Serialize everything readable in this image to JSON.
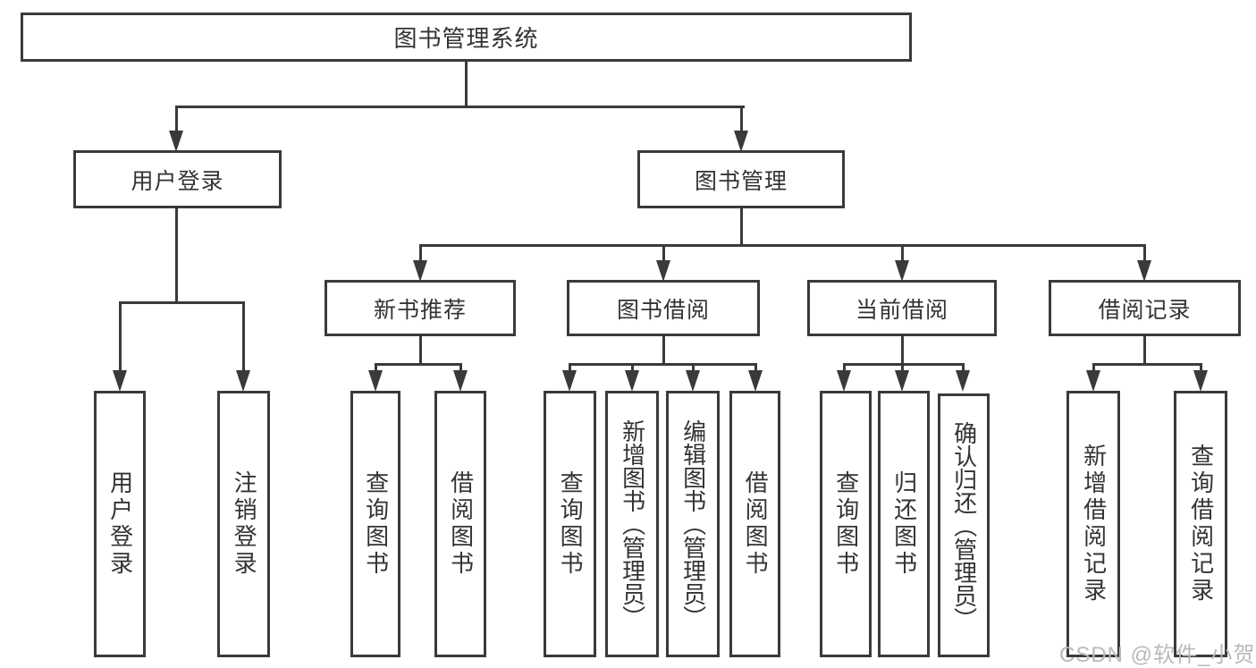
{
  "nodes": {
    "root": "图书管理系统",
    "user_login": "用户登录",
    "book_mgmt": "图书管理",
    "new_book_rec": "新书推荐",
    "book_borrow": "图书借阅",
    "current_borrow": "当前借阅",
    "borrow_record": "借阅记录",
    "ul_user_login": "用户登录",
    "ul_logout": "注销登录",
    "nbr_query_book": "查询图书",
    "nbr_borrow_book": "借阅图书",
    "bb_query_book": "查询图书",
    "bb_add_book": "新增图书（管理员）",
    "bb_edit_book": "编辑图书（管理员）",
    "bb_borrow_book": "借阅图书",
    "cb_query_book": "查询图书",
    "cb_return_book": "归还图书",
    "cb_confirm_return": "确认归还（管理员）",
    "br_add_record": "新增借阅记录",
    "br_query_record": "查询借阅记录"
  },
  "watermark": "CSDN @软件_小贺同学",
  "colors": {
    "line": "#3a3a3a",
    "text": "#333333",
    "watermark": "#b9b9b9",
    "background": "#ffffff"
  }
}
